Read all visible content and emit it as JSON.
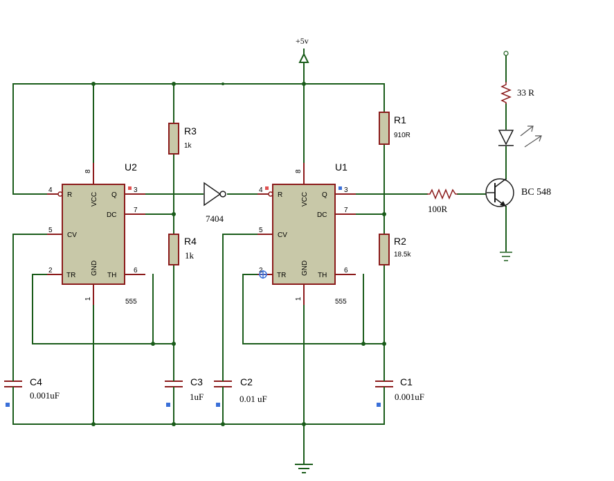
{
  "power": {
    "supply_label": "+5v"
  },
  "ics": {
    "u2": {
      "ref": "U2",
      "type": "555",
      "pins": {
        "r": "R",
        "vcc": "VCC",
        "q": "Q",
        "dc": "DC",
        "cv": "CV",
        "tr": "TR",
        "gnd": "GND",
        "th": "TH"
      },
      "pin_numbers": {
        "p1": "1",
        "p2": "2",
        "p3": "3",
        "p4": "4",
        "p5": "5",
        "p6": "6",
        "p7": "7",
        "p8": "8"
      }
    },
    "u1": {
      "ref": "U1",
      "type": "555",
      "pins": {
        "r": "R",
        "vcc": "VCC",
        "q": "Q",
        "dc": "DC",
        "cv": "CV",
        "tr": "TR",
        "gnd": "GND",
        "th": "TH"
      },
      "pin_numbers": {
        "p1": "1",
        "p2": "2",
        "p3": "3",
        "p4": "4",
        "p5": "5",
        "p6": "6",
        "p7": "7",
        "p8": "8"
      }
    }
  },
  "inverter": {
    "label": "7404"
  },
  "resistors": {
    "r1": {
      "ref": "R1",
      "value": "910R"
    },
    "r2": {
      "ref": "R2",
      "value": "18.5k"
    },
    "r3": {
      "ref": "R3",
      "value": "1k"
    },
    "r4": {
      "ref": "R4",
      "value": "1k"
    },
    "base": {
      "value": "100R"
    },
    "led": {
      "value": "33 R"
    }
  },
  "capacitors": {
    "c1": {
      "ref": "C1",
      "value": "0.001uF"
    },
    "c2": {
      "ref": "C2",
      "value": "0.01 uF"
    },
    "c3": {
      "ref": "C3",
      "value": "1uF"
    },
    "c4": {
      "ref": "C4",
      "value": "0.001uF"
    }
  },
  "transistor": {
    "label": "BC 548"
  },
  "colors": {
    "wire": "#1a5c1a",
    "pin": "#8b1a1a",
    "body": "#c8c8a8",
    "marker_blue": "#3a6fd8",
    "marker_red": "#e05050"
  }
}
